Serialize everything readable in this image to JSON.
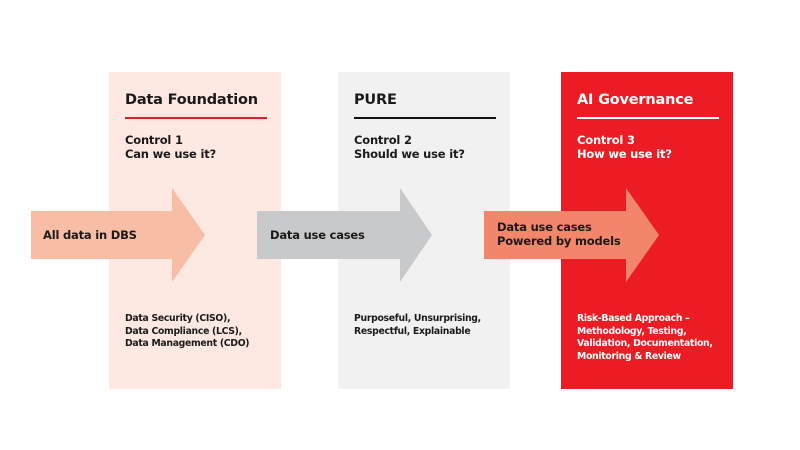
{
  "colors": {
    "panel1_bg": "#fde9e1",
    "panel2_bg": "#f1f1f1",
    "panel3_bg": "#ec1c24",
    "arrow1": "#f8bda5",
    "arrow2": "#c8c9ca",
    "arrow3": "#f3866a"
  },
  "panels": [
    {
      "title": "Data Foundation",
      "control": "Control 1",
      "question": "Can we use it?",
      "description": [
        "Data Security (CISO),",
        "Data Compliance (LCS),",
        "Data Management (CDO)"
      ]
    },
    {
      "title": "PURE",
      "control": "Control 2",
      "question": "Should we use it?",
      "description": [
        "Purposeful, Unsurprising,",
        "Respectful, Explainable"
      ]
    },
    {
      "title": "AI Governance",
      "control": "Control 3",
      "question": "How we use it?",
      "description": [
        "Risk-Based Approach –",
        "Methodology, Testing,",
        "Validation, Documentation,",
        "Monitoring & Review"
      ]
    }
  ],
  "arrows": [
    {
      "lines": [
        "All data in DBS"
      ]
    },
    {
      "lines": [
        "Data use cases"
      ]
    },
    {
      "lines": [
        "Data use cases",
        "Powered by models"
      ]
    }
  ]
}
